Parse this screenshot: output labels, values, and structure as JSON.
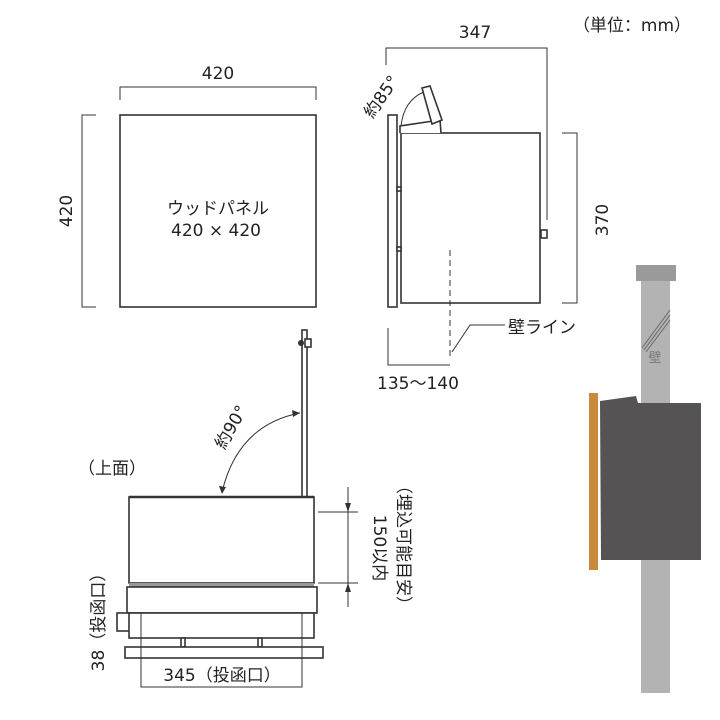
{
  "unit_label": "（単位：mm）",
  "front_view": {
    "width_dim": "420",
    "height_dim": "420",
    "panel_name": "ウッドパネル",
    "panel_size": "420 × 420"
  },
  "side_view": {
    "depth_dim": "347",
    "height_dim": "370",
    "lid_angle": "約85°",
    "wall_line_label": "壁ライン",
    "wall_offset_dim": "135～140"
  },
  "top_view": {
    "title": "（上面）",
    "door_angle": "約90°",
    "embed_dim": "150以内",
    "embed_note": "（埋込可能目安）",
    "slot_depth": "38（投函口）",
    "slot_width": "345（投函口）"
  },
  "illustration": {
    "wall_label": "壁",
    "colors": {
      "wood": "#c98a3e",
      "box": "#555353",
      "wall": "#b3b3b3",
      "wall_cap": "#9a9a9a"
    }
  }
}
